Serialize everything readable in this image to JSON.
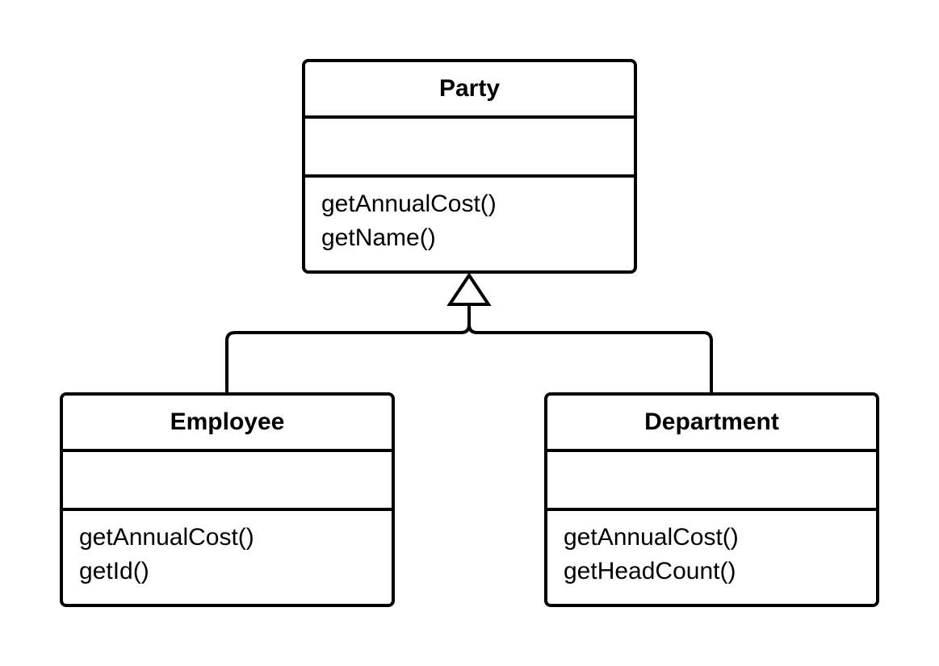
{
  "classes": {
    "party": {
      "name": "Party",
      "methods": [
        "getAnnualCost()",
        "getName()"
      ]
    },
    "employee": {
      "name": "Employee",
      "methods": [
        "getAnnualCost()",
        "getId()"
      ]
    },
    "department": {
      "name": "Department",
      "methods": [
        "getAnnualCost()",
        "getHeadCount()"
      ]
    }
  },
  "relationships": [
    {
      "type": "generalization",
      "from": "Employee",
      "to": "Party"
    },
    {
      "type": "generalization",
      "from": "Department",
      "to": "Party"
    }
  ]
}
